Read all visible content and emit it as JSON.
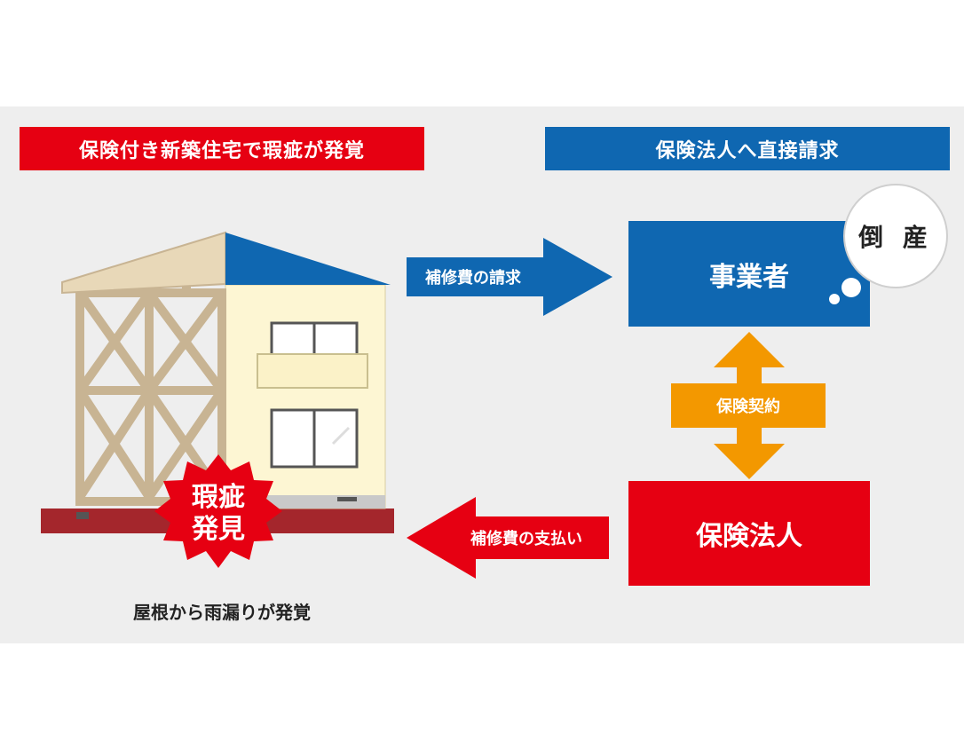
{
  "headers": {
    "left": "保険付き新築住宅で瑕疵が発覚",
    "right": "保険法人へ直接請求"
  },
  "boxes": {
    "business": "事業者",
    "insurer": "保険法人"
  },
  "bubble": "倒 産",
  "arrows": {
    "claim": "補修費の請求",
    "payment": "補修費の支払い",
    "contract": "保険契約"
  },
  "burst": {
    "line1": "瑕疵",
    "line2": "発見"
  },
  "caption": "屋根から雨漏りが発覚",
  "colors": {
    "red": "#e60012",
    "blue": "#0f67b1",
    "orange": "#f39800",
    "background": "#eeeeee"
  }
}
